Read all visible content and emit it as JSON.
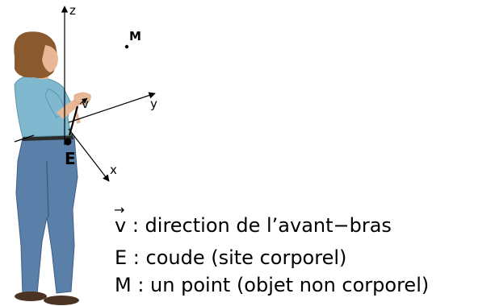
{
  "axes": {
    "z": "z",
    "y": "y",
    "x": "x"
  },
  "points": {
    "M": "M",
    "E": "E",
    "v": "v"
  },
  "legend": [
    {
      "symbol": "v",
      "text": " : direction de l’avant−bras"
    },
    {
      "symbol": "",
      "text": "E : coude (site corporel)"
    },
    {
      "symbol": "",
      "text": "M : un point (objet non corporel)"
    }
  ],
  "colors": {
    "hair": "#8a5a2e",
    "skin": "#e8b896",
    "shirt": "#7fb8cf",
    "jeans": "#5a7fa8",
    "shoes": "#4a3322"
  },
  "illustration": "woman-figure-3d"
}
